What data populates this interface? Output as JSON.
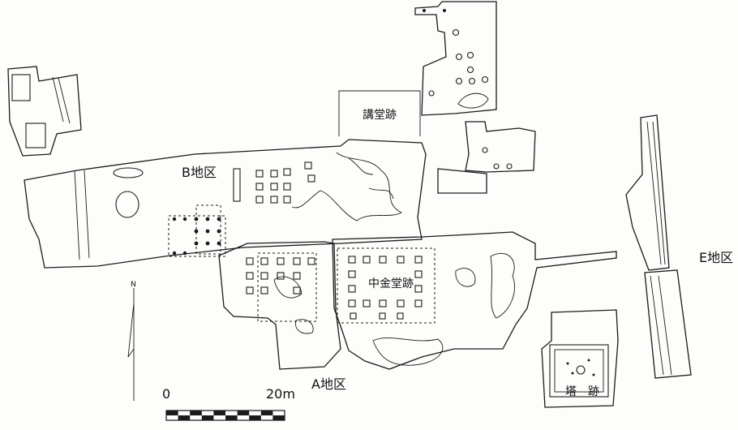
{
  "labels": {
    "b_area": "B地区",
    "lecture_hall": "講堂跡",
    "middle_golden_hall": "中金堂跡",
    "a_area": "A地区",
    "e_area": "E地区",
    "pagoda": "塔　跡",
    "north": "N"
  },
  "scale_bar": {
    "start_label": "0",
    "end_label": "20m",
    "segments": 10
  },
  "colors": {
    "ink": "#1a1a1a",
    "paper": "#fdfdfb"
  }
}
